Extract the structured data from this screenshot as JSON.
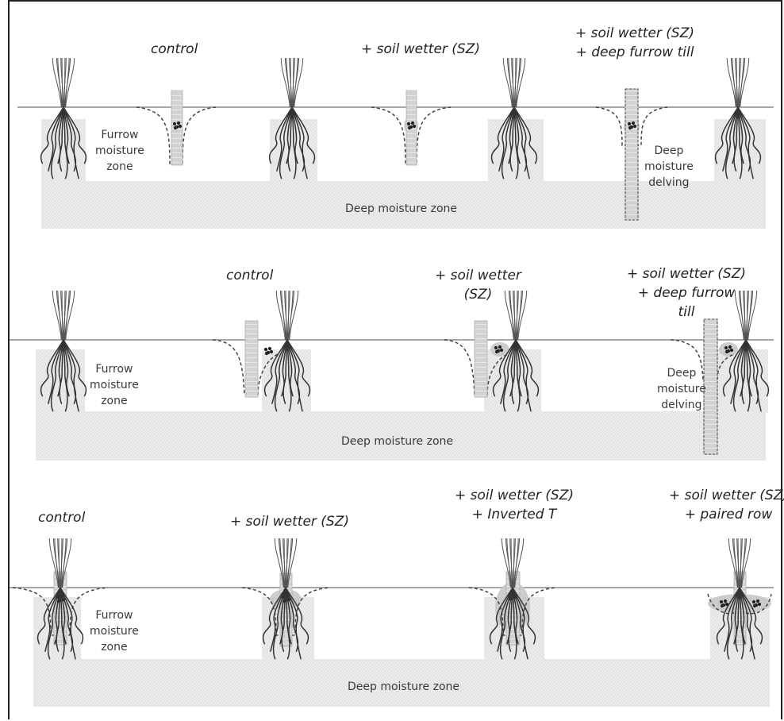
{
  "panels": [
    {
      "treatments": [
        {
          "lines": [
            "control"
          ]
        },
        {
          "lines": [
            "+ soil wetter (SZ)"
          ]
        },
        {
          "lines": [
            "+ soil wetter (SZ)",
            "+ deep furrow till"
          ]
        }
      ],
      "furrow_zone": [
        "Furrow",
        "moisture",
        "zone"
      ],
      "deep_delving": [
        "Deep",
        "moisture",
        "delving"
      ],
      "deep_zone": "Deep moisture zone"
    },
    {
      "treatments": [
        {
          "lines": [
            "control"
          ]
        },
        {
          "lines": [
            "+ soil wetter",
            "(SZ)"
          ]
        },
        {
          "lines": [
            "+ soil wetter (SZ)",
            "+ deep furrow",
            "till"
          ]
        }
      ],
      "furrow_zone": [
        "Furrow",
        "moisture",
        "zone"
      ],
      "deep_delving": [
        "Deep",
        "moisture",
        "delving"
      ],
      "deep_zone": "Deep moisture zone"
    },
    {
      "treatments": [
        {
          "lines": [
            "control"
          ]
        },
        {
          "lines": [
            "+ soil wetter (SZ)"
          ]
        },
        {
          "lines": [
            "+ soil wetter (SZ)",
            "+ Inverted T"
          ]
        },
        {
          "lines": [
            "+ soil wetter (SZ)",
            "+ paired row"
          ]
        }
      ],
      "furrow_zone": [
        "Furrow",
        "moisture",
        "zone"
      ],
      "deep_zone": "Deep moisture zone"
    }
  ],
  "colors": {
    "soil_shade": "#e6e6e6",
    "soil_line": "#8a8a8a",
    "root": "#333333",
    "furrow_dash": "#444444",
    "seed_band": "#cfcfcf",
    "wetter_patch": "#c8c8c8"
  }
}
